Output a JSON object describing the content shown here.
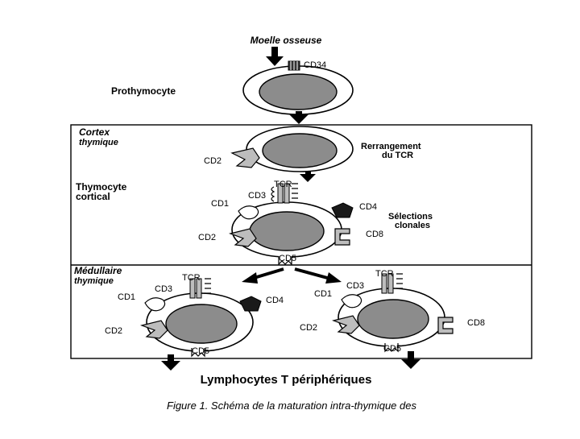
{
  "labels": {
    "source": "Moelle osseuse",
    "cd34": "CD34",
    "prothymocyte": "Prothymocyte",
    "cortex_line1": "Cortex",
    "cortex_line2": "thymique",
    "rearr_line1": "Rerrangement",
    "rearr_line2": "du TCR",
    "cd2": "CD2",
    "thymo_line1": "Thymocyte",
    "thymo_line2": "cortical",
    "tcr": "TCR",
    "cd3": "CD3",
    "cd1": "CD1",
    "cd4": "CD4",
    "cd8": "CD8",
    "cd5": "CD5",
    "sel_line1": "Sélections",
    "sel_line2": "clonales",
    "medul_line1": "Médullaire",
    "medul_line2": "thymique",
    "output": "Lymphocytes T périphériques",
    "caption": "Figure 1. Schéma de la maturation intra-thymique des"
  },
  "colors": {
    "nucleus": "#8c8c8c",
    "ink": "#000000",
    "cell_fill": "#ffffff",
    "receptor_grey": "#bdbdbd"
  }
}
